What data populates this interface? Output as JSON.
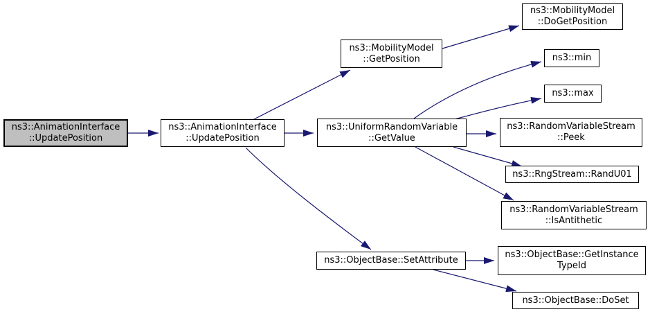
{
  "diagram": {
    "kind": "doxygen-call-graph",
    "colors": {
      "background": "#ffffff",
      "edge": "#191970",
      "node_border": "#000000",
      "node_fill": "#ffffff",
      "current_node_fill": "#bfbfbf",
      "text": "#000000"
    },
    "nodes": [
      {
        "id": "n1",
        "label": "ns3::AnimationInterface\n::UpdatePosition",
        "current": true
      },
      {
        "id": "n2",
        "label": "ns3::AnimationInterface\n::UpdatePosition",
        "current": false
      },
      {
        "id": "n3",
        "label": "ns3::MobilityModel\n::GetPosition",
        "current": false
      },
      {
        "id": "n4",
        "label": "ns3::MobilityModel\n::DoGetPosition",
        "current": false
      },
      {
        "id": "n5",
        "label": "ns3::min",
        "current": false
      },
      {
        "id": "n6",
        "label": "ns3::max",
        "current": false
      },
      {
        "id": "n7",
        "label": "ns3::UniformRandomVariable\n::GetValue",
        "current": false
      },
      {
        "id": "n8",
        "label": "ns3::RandomVariableStream\n::Peek",
        "current": false
      },
      {
        "id": "n9",
        "label": "ns3::RngStream::RandU01",
        "current": false
      },
      {
        "id": "n10",
        "label": "ns3::RandomVariableStream\n::IsAntithetic",
        "current": false
      },
      {
        "id": "n11",
        "label": "ns3::ObjectBase::SetAttribute",
        "current": false
      },
      {
        "id": "n12",
        "label": "ns3::ObjectBase::GetInstance\nTypeId",
        "current": false
      },
      {
        "id": "n13",
        "label": "ns3::ObjectBase::DoSet",
        "current": false
      }
    ],
    "edges": [
      {
        "from": "n1",
        "to": "n2"
      },
      {
        "from": "n2",
        "to": "n3"
      },
      {
        "from": "n2",
        "to": "n7"
      },
      {
        "from": "n2",
        "to": "n11"
      },
      {
        "from": "n3",
        "to": "n4"
      },
      {
        "from": "n7",
        "to": "n5"
      },
      {
        "from": "n7",
        "to": "n6"
      },
      {
        "from": "n7",
        "to": "n8"
      },
      {
        "from": "n7",
        "to": "n9"
      },
      {
        "from": "n7",
        "to": "n10"
      },
      {
        "from": "n11",
        "to": "n12"
      },
      {
        "from": "n11",
        "to": "n13"
      }
    ]
  }
}
